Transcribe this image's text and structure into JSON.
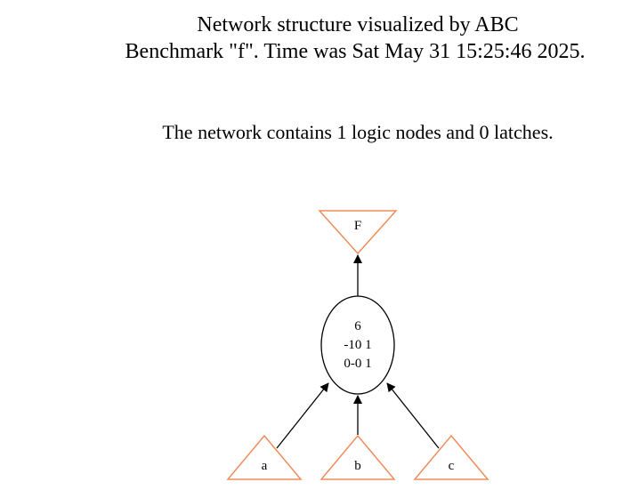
{
  "header": {
    "title_line1": "Network structure visualized by ABC",
    "title_line2": "Benchmark \"f\". Time was Sat May 31 15:25:46 2025."
  },
  "summary": {
    "text": "The network contains 1 logic nodes and 0 latches."
  },
  "nodes": {
    "output_f": {
      "label": "F"
    },
    "logic_node": {
      "id": "6",
      "cover_line1": "-10 1",
      "cover_line2": "0-0 1"
    },
    "input_a": {
      "label": "a"
    },
    "input_b": {
      "label": "b"
    },
    "input_c": {
      "label": "c"
    }
  },
  "colors": {
    "io_stroke": "#f08c5a",
    "edge": "#000000",
    "node_stroke": "#000000"
  }
}
